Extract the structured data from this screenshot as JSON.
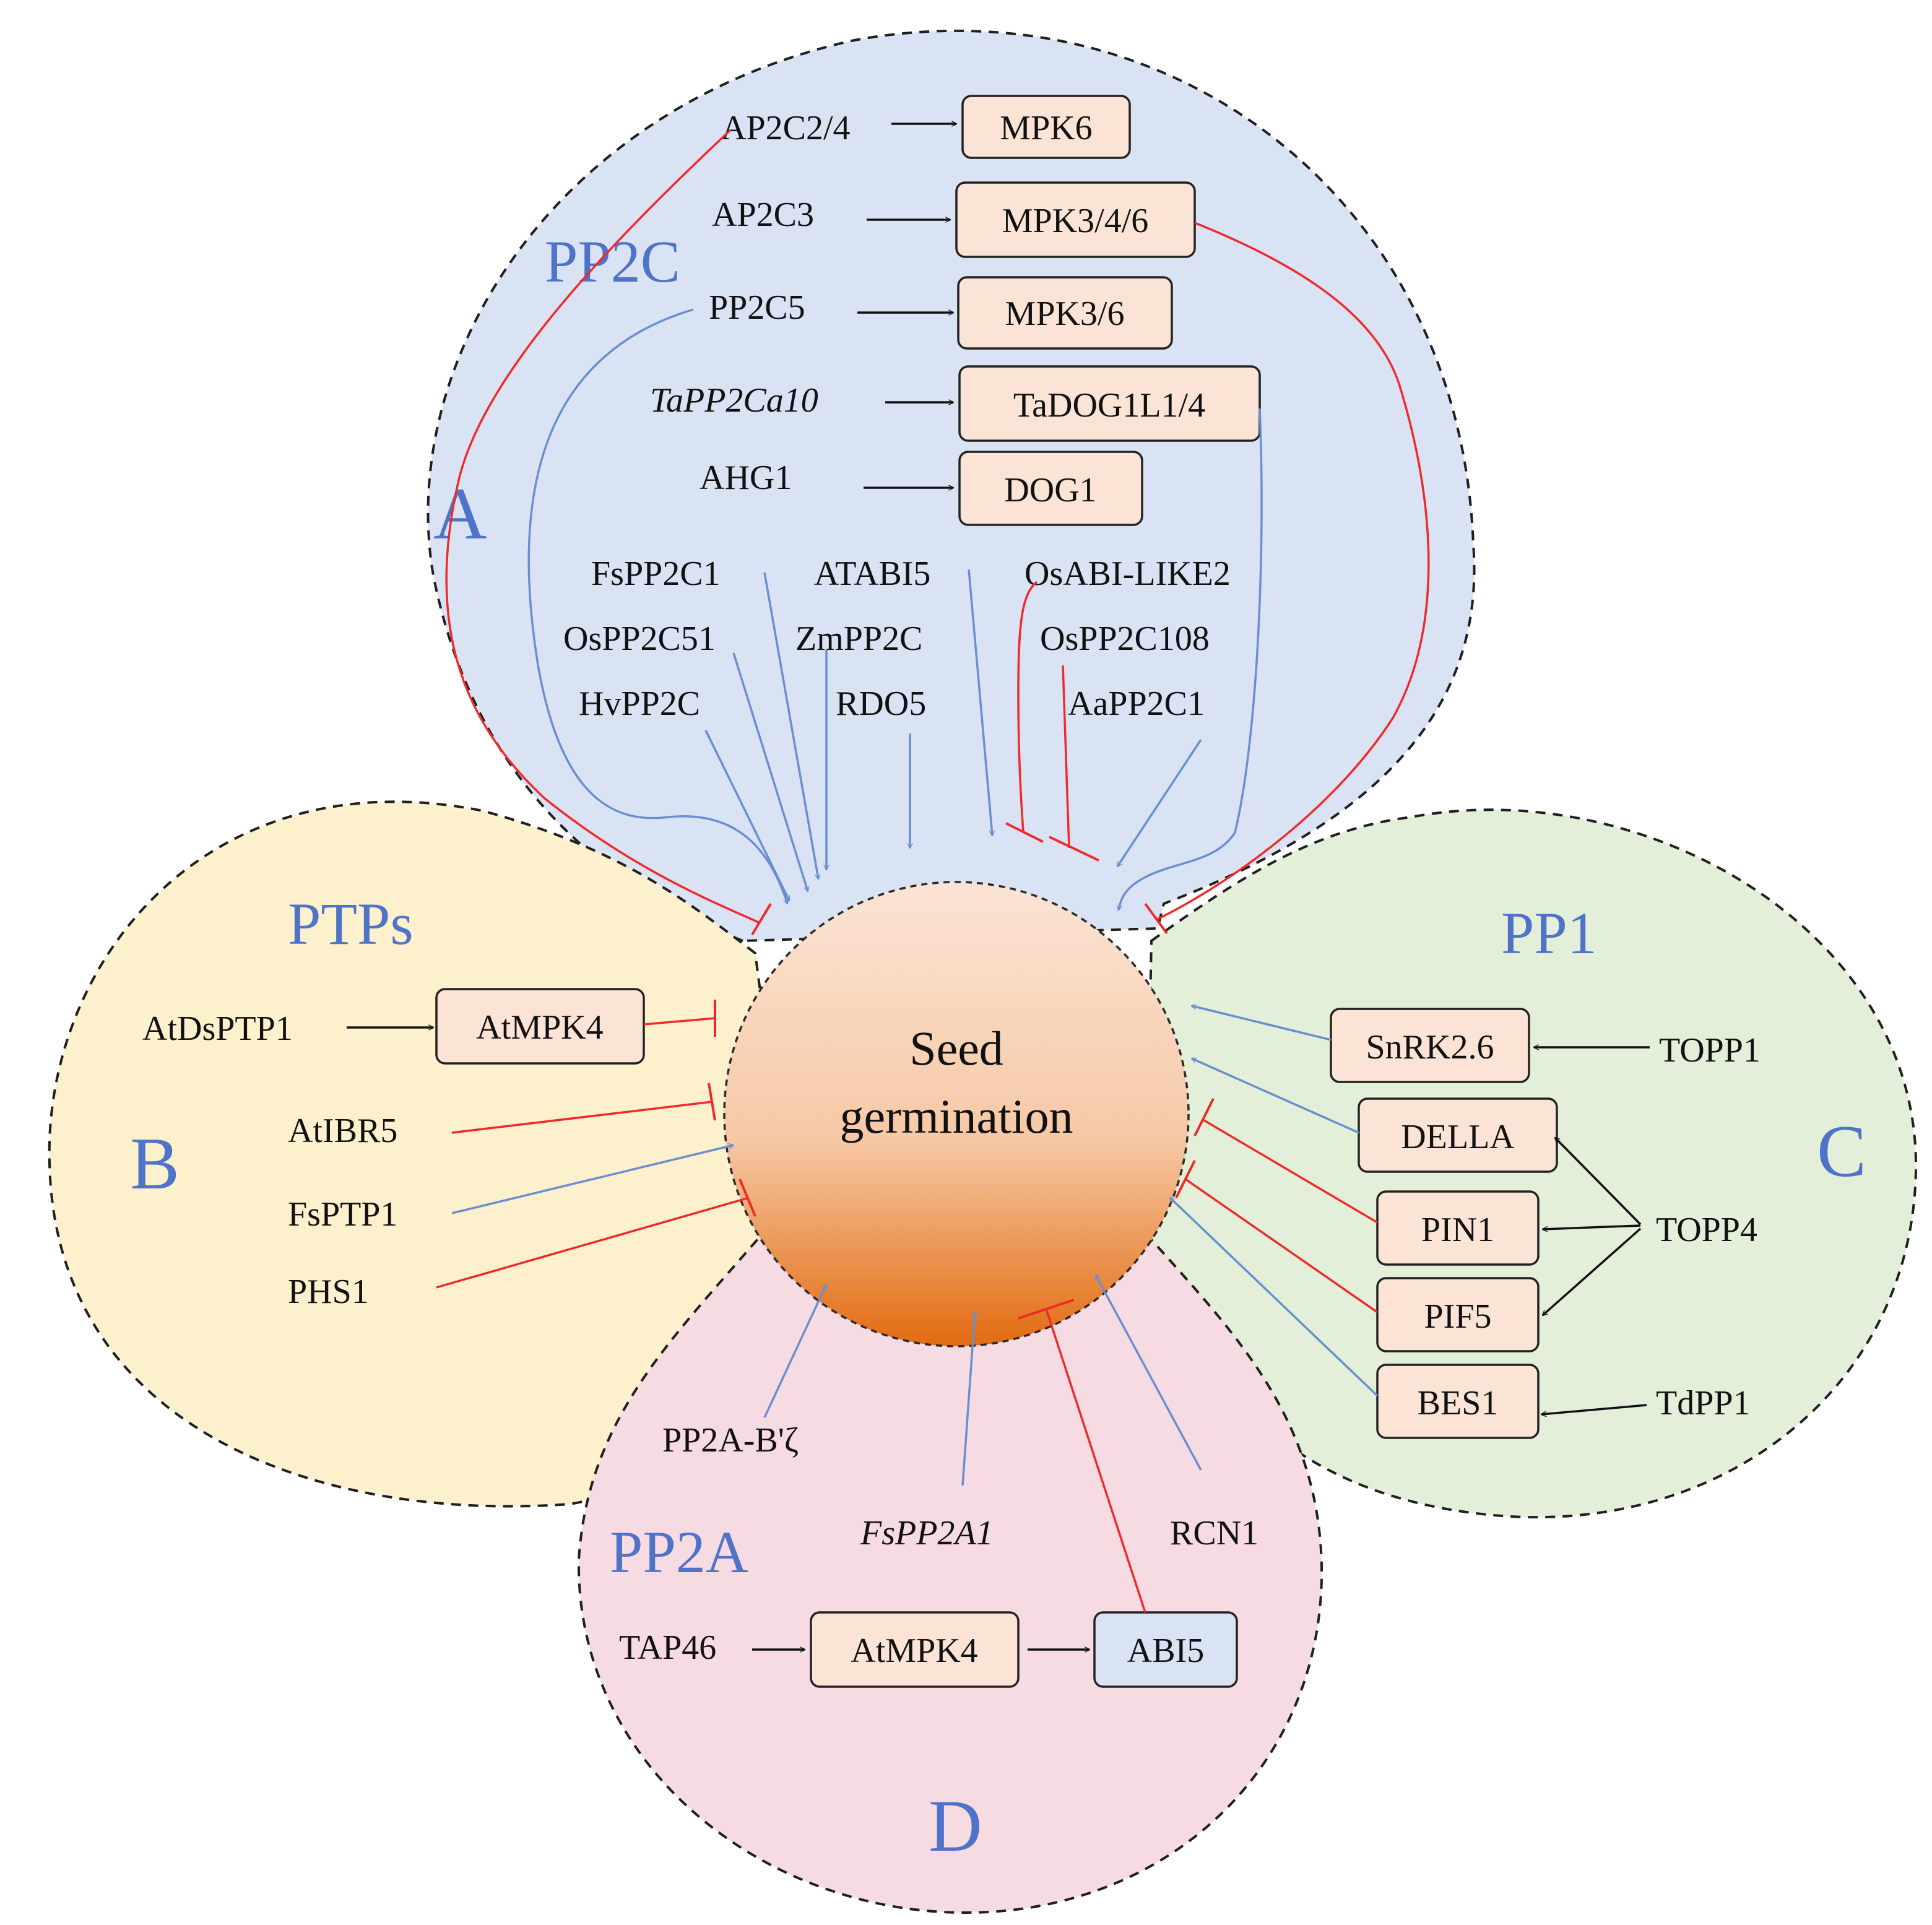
{
  "center": {
    "line1": "Seed",
    "line2": "germination"
  },
  "colors": {
    "pp2c_region": "#dae3f4",
    "ptp_region": "#fdf0cc",
    "pp1_region": "#e3efd8",
    "pp2a_region": "#f7dbe3",
    "box_fill": "#fbe4d5",
    "abi5_box_fill": "#dae3f4",
    "section_text": "#4f73c8",
    "promote_arrow": "#6a8fd0",
    "inhibit_line": "#ee2a2a",
    "center_top": "#fbe4d5",
    "center_bottom": "#e26b10"
  },
  "sections": {
    "A": {
      "letter": "A",
      "family": "PP2C"
    },
    "B": {
      "letter": "B",
      "family": "PTPs"
    },
    "C": {
      "letter": "C",
      "family": "PP1"
    },
    "D": {
      "letter": "D",
      "family": "PP2A"
    }
  },
  "pp2c": {
    "labels": {
      "ap2c24": "AP2C2/4",
      "ap2c3": "AP2C3",
      "pp2c5": "PP2C5",
      "tapp2ca10": "TaPP2Ca10",
      "ahg1": "AHG1",
      "fspp2c1": "FsPP2C1",
      "atabi5": "ATABI5",
      "osabilike2": "OsABI-LIKE2",
      "ospp2c51": "OsPP2C51",
      "zmpp2c": "ZmPP2C",
      "ospp2c108": "OsPP2C108",
      "hvpp2c": "HvPP2C",
      "rdo5": "RDO5",
      "aapp2c1": "AaPP2C1"
    },
    "boxes": {
      "mpk6": "MPK6",
      "mpk346": "MPK3/4/6",
      "mpk36": "MPK3/6",
      "tadog1l14": "TaDOG1L1/4",
      "dog1": "DOG1"
    }
  },
  "ptps": {
    "labels": {
      "atdsptp1": "AtDsPTP1",
      "atibr5": "AtIBR5",
      "fsptp1": "FsPTP1",
      "phs1": "PHS1"
    },
    "boxes": {
      "atmpk4": "AtMPK4"
    }
  },
  "pp1": {
    "labels": {
      "topp1": "TOPP1",
      "topp4": "TOPP4",
      "tdpp1": "TdPP1"
    },
    "boxes": {
      "snrk26": "SnRK2.6",
      "della": "DELLA",
      "pin1": "PIN1",
      "pif5": "PIF5",
      "bes1": "BES1"
    }
  },
  "pp2a": {
    "labels": {
      "pp2abz": "PP2A-B'ζ",
      "fspp2a1": "FsPP2A1",
      "rcn1": "RCN1",
      "tap46": "TAP46"
    },
    "boxes": {
      "atmpk4": "AtMPK4",
      "abi5": "ABI5"
    }
  }
}
